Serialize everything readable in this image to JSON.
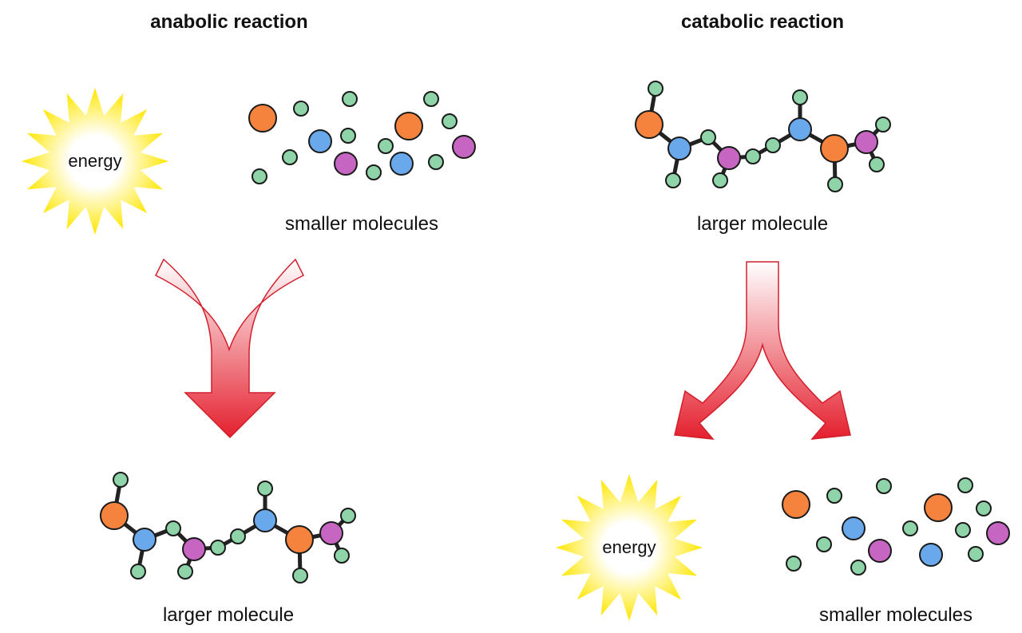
{
  "anabolic": {
    "title": "anabolic reaction",
    "energy_label": "energy",
    "input_label": "smaller molecules",
    "output_label": "larger molecule"
  },
  "catabolic": {
    "title": "catabolic reaction",
    "energy_label": "energy",
    "input_label": "larger molecule",
    "output_label": "smaller molecules"
  },
  "colors": {
    "orange": "#f5833e",
    "blue": "#6aa8ec",
    "purple": "#c765c2",
    "green": "#8fd3a9",
    "bond": "#222222",
    "arrow_red": "#e4202e",
    "arrow_light": "#fbe6e6",
    "star_yellow": "#ffe600",
    "star_white": "#ffffff"
  }
}
